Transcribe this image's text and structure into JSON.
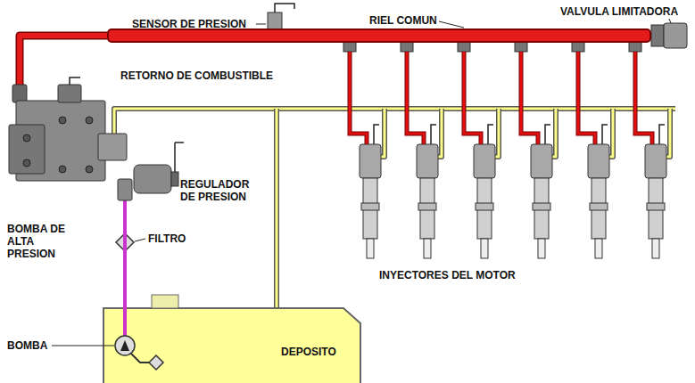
{
  "diagram": {
    "nodes": [
      {
        "text": [
          "RIEL COMUN"
        ]
      },
      {
        "text": [
          "BOMBA DE ALTA PRESION"
        ]
      },
      {
        "text": [
          "DEPOSITO"
        ]
      }
    ],
    "edges": [
      {
        "from": 2,
        "to": 1,
        "arrow": "none"
      },
      {
        "from": 1,
        "to": 0,
        "arrow": "none"
      }
    ],
    "labels": [
      "SENSOR DE PRESION",
      "VALVULA LIMITADORA",
      "RETORNO DE COMBUSTIBLE",
      "REGULADOR DE PRESION",
      "FILTRO",
      "INYECTORES DEL MOTOR",
      "BOMBA"
    ]
  }
}
